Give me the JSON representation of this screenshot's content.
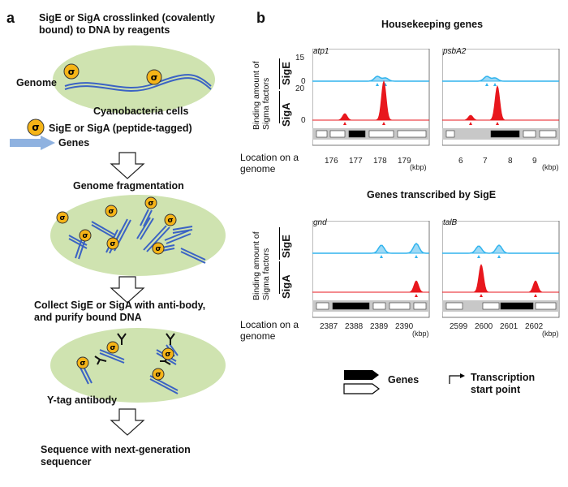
{
  "panel_a": {
    "label": "a",
    "step1_text": "SigE or SigA crosslinked (covalently bound) to DNA by reagents",
    "genome_label": "Genome",
    "cells_label": "Cyanobacteria cells",
    "sigma_glyph": "σ",
    "legend_sigma": "SigE or SigA (peptide-tagged)",
    "legend_genes": "Genes",
    "step2_text": "Genome fragmentation",
    "step3_text": "Collect SigE or SigA with anti-body, and purify bound DNA",
    "antibody_label": "Y-tag antibody",
    "step4_text": "Sequence with next-generation sequencer"
  },
  "panel_b": {
    "label": "b",
    "housekeeping_title": "Housekeeping genes",
    "sige_title": "Genes transcribed by SigE",
    "y_axis_label_line1": "Binding amount of",
    "y_axis_label_line2": "Sigma factors",
    "track_sige": "SigE",
    "track_siga": "SigA",
    "x_axis_label_line1": "Location on a",
    "x_axis_label_line2": "genome",
    "unit": "(kbp)",
    "sige_scale_max": "15",
    "sige_scale_zero": "0",
    "siga_scale_max": "20",
    "siga_scale_zero": "0",
    "plots": [
      {
        "gene": "atp1",
        "ticks": [
          "176",
          "177",
          "178",
          "179"
        ]
      },
      {
        "gene": "psbA2",
        "ticks": [
          "6",
          "7",
          "8",
          "9"
        ]
      },
      {
        "gene": "gnd",
        "ticks": [
          "2387",
          "2388",
          "2389",
          "2390"
        ]
      },
      {
        "gene": "talB",
        "ticks": [
          "2599",
          "2600",
          "2601",
          "2602"
        ]
      }
    ],
    "legend_genes": "Genes",
    "legend_tss_line1": "Transcription",
    "legend_tss_line2": "start point"
  },
  "colors": {
    "cell_fill": "#cfe3b0",
    "dna": "#3b63c4",
    "sigma_fill": "#f5b417",
    "sige_track": "#31b4ee",
    "siga_track": "#e8171d",
    "arrow_fill": "#8fb2e0"
  }
}
